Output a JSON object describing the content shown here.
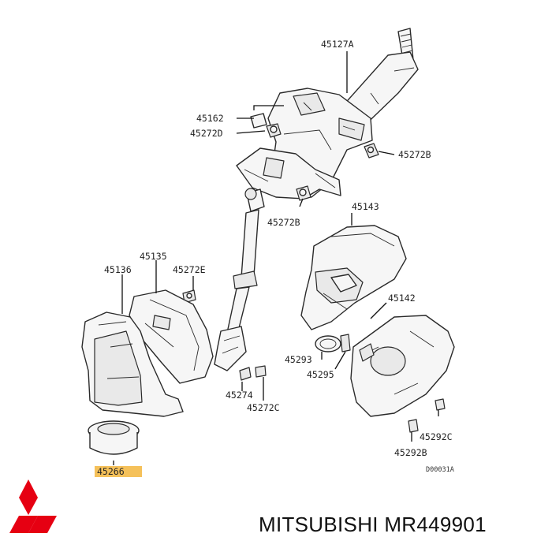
{
  "diagram": {
    "labels": {
      "p45127A": "45127A",
      "p45162": "45162",
      "p45272D": "45272D",
      "p45272B_top": "45272B",
      "p45272B_mid": "45272B",
      "p45143": "45143",
      "p45135": "45135",
      "p45136": "45136",
      "p45272E": "45272E",
      "p45142": "45142",
      "p45293": "45293",
      "p45295": "45295",
      "p45274": "45274",
      "p45272C": "45272C",
      "p45292C": "45292C",
      "p45292B": "45292B",
      "p45266": "45266"
    },
    "drawing_code": "D00031A",
    "highlight_part": "45266",
    "highlight_color": "#f5c15a"
  },
  "brand": {
    "logo": "mitsubishi-three-diamond-logo",
    "logo_color": "#e60012",
    "caption": "MITSUBISHI MR449901"
  }
}
